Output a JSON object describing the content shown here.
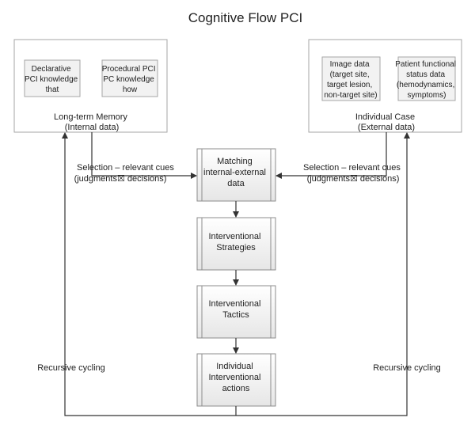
{
  "title": "Cognitive Flow PCI",
  "memory": {
    "declarative": [
      "Declarative",
      "PCI knowledge",
      "that"
    ],
    "procedural": [
      "Procedural PCI",
      "PC knowledge",
      "how"
    ],
    "label": [
      "Long-term Memory",
      "(Internal data)"
    ]
  },
  "case": {
    "image": [
      "Image data",
      "(target site,",
      "target lesion,",
      "non-target site)"
    ],
    "patient": [
      "Patient functional",
      "status data",
      "(hemodynamics,",
      "symptoms)"
    ],
    "label": [
      "Individual Case",
      "(External data)"
    ]
  },
  "selection_left": [
    "Selection – relevant cues",
    "(judgments☒ decisions)"
  ],
  "selection_right": [
    "Selection – relevant cues",
    "(judgments☒ decisions)"
  ],
  "steps": [
    [
      "Matching",
      "internal-external",
      "data"
    ],
    [
      "Interventional",
      "Strategies"
    ],
    [
      "Interventional",
      "Tactics"
    ],
    [
      "Individual",
      "Interventional",
      "actions"
    ]
  ],
  "recursive_left": "Recursive cycling",
  "recursive_right": "Recursive cycling"
}
